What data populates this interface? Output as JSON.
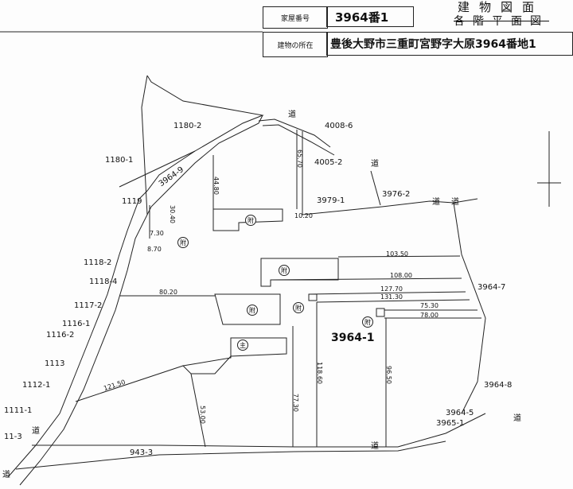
{
  "header": {
    "house_number_label": "家屋番号",
    "house_number": "3964番1",
    "location_label": "建物の所在",
    "location": "豊後大野市三重町宮野字大原3964番地1",
    "title": "建物図面",
    "title_struck": "各階平面図"
  },
  "marks": {
    "annex": "附",
    "main": "主"
  },
  "lots": [
    "1180-2",
    "4008-6",
    "1180-1",
    "3964-9",
    "4005-2",
    "3979-1",
    "3976-2",
    "1119",
    "1118-2",
    "1118-4",
    "3964-7",
    "1117-2",
    "1116-1",
    "1116-2",
    "3964-1",
    "1113",
    "1112-1",
    "3964-8",
    "1111-1",
    "3964-5",
    "3965-1",
    "11-3",
    "943-3"
  ],
  "road": "道",
  "dims": [
    "65.70",
    "44.80",
    "30.40",
    "10.20",
    "7.30",
    "8.70",
    "103.50",
    "108.00",
    "80.20",
    "127.70",
    "131.30",
    "75.30",
    "78.00",
    "121.50",
    "118.60",
    "96.50",
    "53.00",
    "77.30"
  ]
}
